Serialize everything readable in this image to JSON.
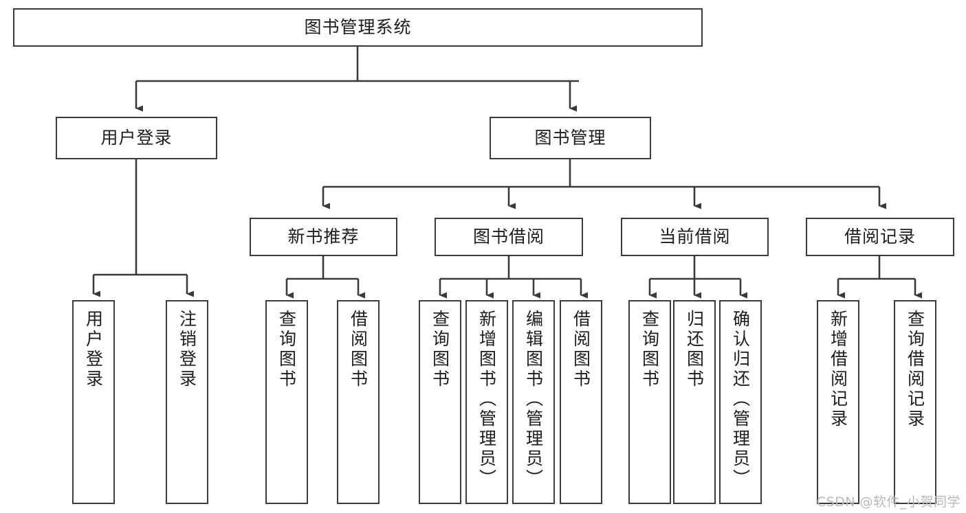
{
  "diagram": {
    "title": "图书管理系统",
    "type": "tree",
    "root": {
      "label": "图书管理系统"
    },
    "level2": [
      {
        "label": "用户登录"
      },
      {
        "label": "图书管理"
      }
    ],
    "level3": [
      {
        "label": "新书推荐"
      },
      {
        "label": "图书借阅"
      },
      {
        "label": "当前借阅"
      },
      {
        "label": "借阅记录"
      }
    ],
    "leaves": {
      "user_login": [
        {
          "label": "用户登录"
        },
        {
          "label": "注销登录"
        }
      ],
      "new_book_recommend": [
        {
          "label": "查询图书"
        },
        {
          "label": "借阅图书"
        }
      ],
      "book_borrow": [
        {
          "label": "查询图书"
        },
        {
          "label": "新增图书（管理员）"
        },
        {
          "label": "编辑图书（管理员）"
        },
        {
          "label": "借阅图书"
        }
      ],
      "current_borrow": [
        {
          "label": "查询图书"
        },
        {
          "label": "归还图书"
        },
        {
          "label": "确认归还（管理员）"
        }
      ],
      "borrow_record": [
        {
          "label": "新增借阅记录"
        },
        {
          "label": "查询借阅记录"
        }
      ]
    }
  },
  "watermark": {
    "text": "CSDN @软件_小贺同学"
  },
  "colors": {
    "stroke": "#3a3a3a",
    "background": "#ffffff",
    "text": "#1d1d1d",
    "watermark": "#b9b9b9"
  }
}
